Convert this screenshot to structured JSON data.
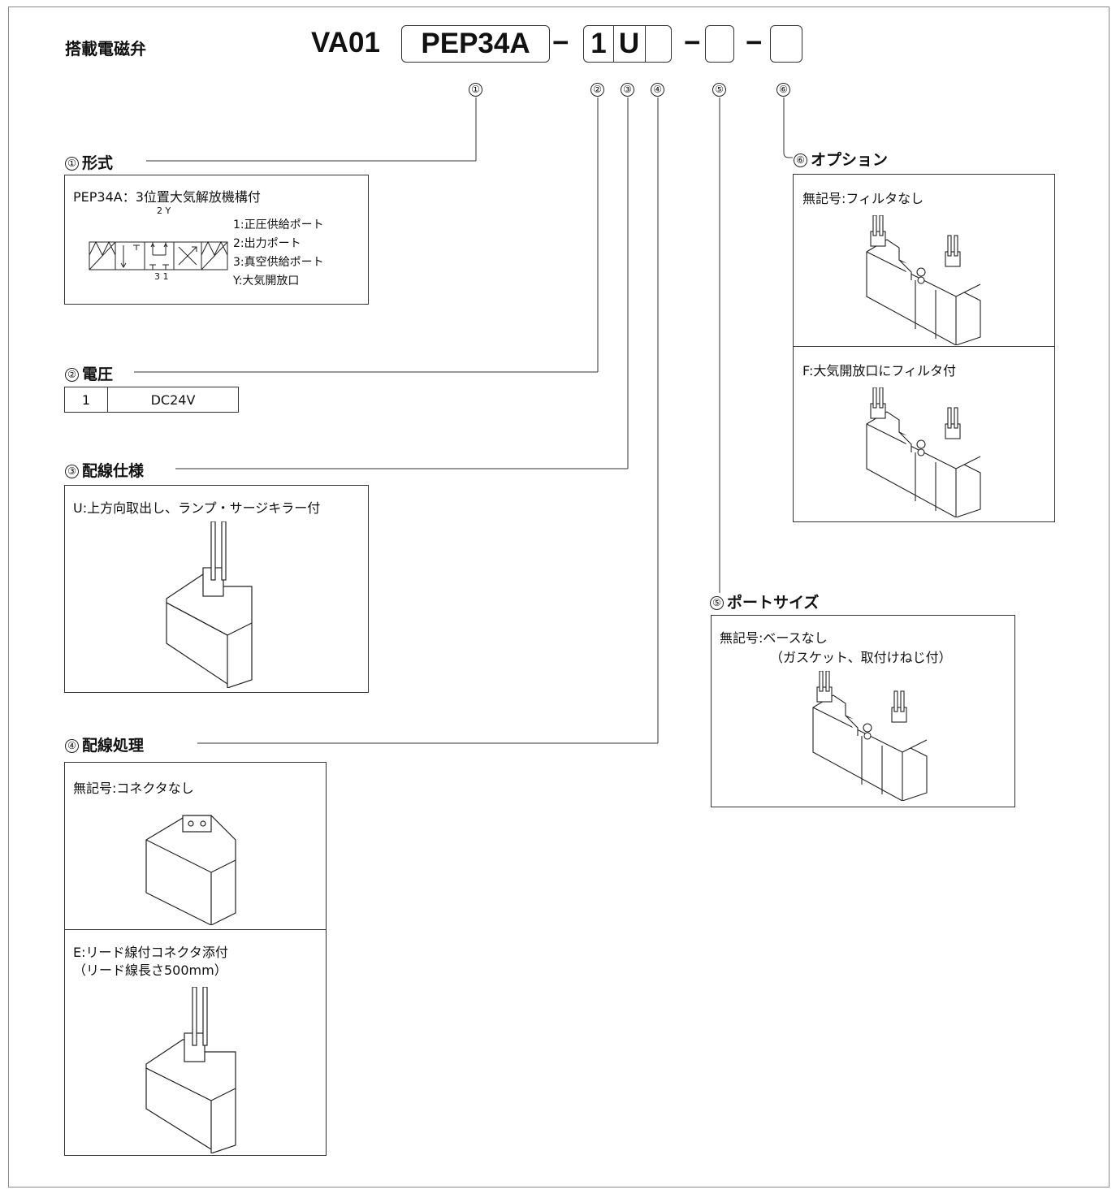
{
  "header": {
    "title": "搭載電磁弁",
    "code_prefix": "VA01",
    "code_type": "PEP34A",
    "code_voltage": "1",
    "code_wiring": "U",
    "dash": "−"
  },
  "markers": [
    "①",
    "②",
    "③",
    "④",
    "⑤",
    "⑥"
  ],
  "sections": {
    "type": {
      "num": "①",
      "title": "形式",
      "main_label": "PEP34A：3位置大気解放機構付",
      "symbol_top": "2 Y",
      "symbol_bottom": "3 1",
      "ports": [
        "1:正圧供給ポート",
        "2:出力ポート",
        "3:真空供給ポート",
        "Y:大気開放口"
      ]
    },
    "voltage": {
      "num": "②",
      "title": "電圧",
      "code": "1",
      "value": "DC24V"
    },
    "wiring": {
      "num": "③",
      "title": "配線仕様",
      "label": "U:上方向取出し、ランプ・サージキラー付"
    },
    "wiring_process": {
      "num": "④",
      "title": "配線処理",
      "option1": "無記号:コネクタなし",
      "option2_line1": "E:リード線付コネクタ添付",
      "option2_line2": "（リード線長さ500mm）"
    },
    "port_size": {
      "num": "⑤",
      "title": "ポートサイズ",
      "line1": "無記号:ベースなし",
      "line2": "（ガスケット、取付けねじ付）"
    },
    "option": {
      "num": "⑥",
      "title": "オプション",
      "option1": "無記号:フィルタなし",
      "option2": "F:大気開放口にフィルタ付"
    }
  },
  "colors": {
    "line": "#333333",
    "frame": "#8a8a8a"
  },
  "icons": [
    "pneumatic-symbol-icon",
    "solenoid-valve-icon",
    "valve-manifold-icon"
  ]
}
